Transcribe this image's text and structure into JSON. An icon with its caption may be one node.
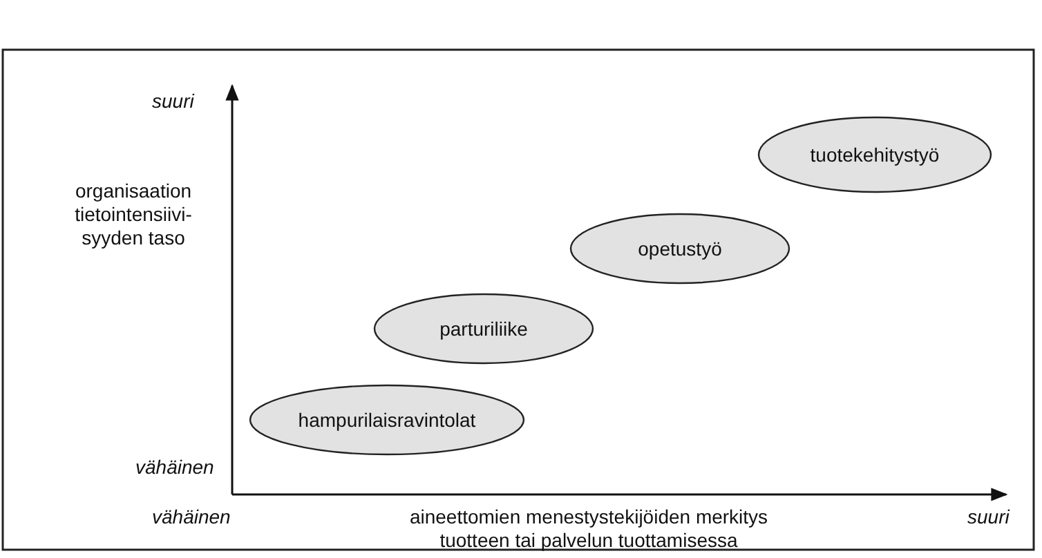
{
  "diagram": {
    "nodes": [
      {
        "text": [
          "hampurilaisravintolat"
        ]
      },
      {
        "text": [
          "parturiliike"
        ]
      },
      {
        "text": [
          "opetustyö"
        ]
      },
      {
        "text": [
          "tuotekehitystyö"
        ]
      }
    ],
    "labels": [
      "suuri",
      "organisaation tietointensiivi- syyden taso",
      "vähäinen",
      "vähäinen",
      "aineettomien menestystekijöiden merkitys tuotteen tai palvelun tuottamisessa",
      "suuri"
    ]
  }
}
